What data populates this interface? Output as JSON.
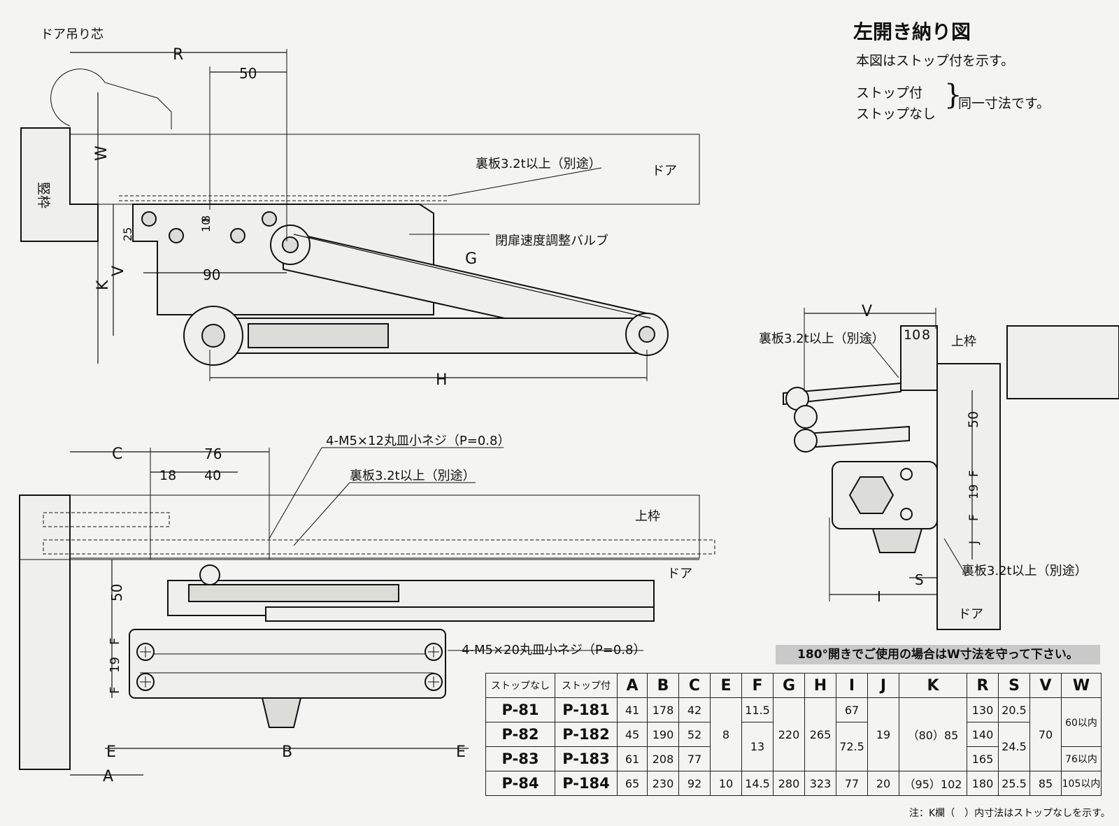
{
  "title": "左開き納り図",
  "note_stop": "本図はストップ付を示す。",
  "stop_with": "ストップ付",
  "stop_without": "ストップなし",
  "same_dim": "同一寸法です。",
  "top_view": {
    "door_pivot": "ドア吊り芯",
    "frame": "竪枠",
    "door": "ドア",
    "backing_plate": "裏板3.2t以上（別途）",
    "valve": "閉扉速度調整バルブ",
    "dims": {
      "R": "R",
      "d50": "50",
      "W": "W",
      "d10": "10",
      "d8": "8",
      "d25": "25",
      "V": "V",
      "K": "K",
      "d90": "90",
      "G": "G",
      "H": "H"
    }
  },
  "front_view": {
    "screw1": "4-M5×12丸皿小ネジ（P=0.8）",
    "backing_plate": "裏板3.2t以上（別途）",
    "head_frame": "上枠",
    "door": "ドア",
    "screw2": "4-M5×20丸皿小ネジ（P=0.8）",
    "dims": {
      "C": "C",
      "d76": "76",
      "d18": "18",
      "d40": "40",
      "d50": "50",
      "F": "F",
      "d19": "19",
      "E": "E",
      "B": "B",
      "A": "A"
    }
  },
  "side_view": {
    "backing_plate_top": "裏板3.2t以上（別途）",
    "head_frame": "上枠",
    "backing_plate_bottom": "裏板3.2t以上（別途）",
    "door": "ドア",
    "dims": {
      "V": "V",
      "d10": "10",
      "d8": "8",
      "d50": "50",
      "F": "F",
      "d19": "19",
      "J": "J",
      "S": "S",
      "I": "I"
    }
  },
  "banner": "180°開きでご使用の場合はW寸法を守って下さい。",
  "table": {
    "headers": [
      "ストップなし",
      "ストップ付",
      "A",
      "B",
      "C",
      "E",
      "F",
      "G",
      "H",
      "I",
      "J",
      "K",
      "R",
      "S",
      "V",
      "W"
    ],
    "rows": [
      {
        "no_stop": "P-81",
        "stop": "P-181",
        "A": "41",
        "B": "178",
        "C": "42",
        "F": "11.5",
        "I": "67",
        "R": "130",
        "S": "20.5"
      },
      {
        "no_stop": "P-82",
        "stop": "P-182",
        "A": "45",
        "B": "190",
        "C": "52",
        "R": "140"
      },
      {
        "no_stop": "P-83",
        "stop": "P-183",
        "A": "61",
        "B": "208",
        "C": "77",
        "R": "165"
      },
      {
        "no_stop": "P-84",
        "stop": "P-184",
        "A": "65",
        "B": "230",
        "C": "92",
        "E": "10",
        "F": "14.5",
        "G": "280",
        "H": "323",
        "I": "77",
        "J": "20",
        "K": "（95）102",
        "R": "180",
        "S": "25.5",
        "V": "85",
        "W": "105以内"
      }
    ],
    "merged": {
      "E_1_3": "8",
      "F_2_3": "13",
      "G_1_3": "220",
      "H_1_3": "265",
      "I_2_3": "72.5",
      "J_1_3": "19",
      "K_1_3": "（80）85",
      "S_2_3": "24.5",
      "V_1_3": "70",
      "W_1_2": "60以内",
      "W_3": "76以内"
    }
  },
  "footnote": "注：K欄（　）内寸法はストップなしを示す。"
}
